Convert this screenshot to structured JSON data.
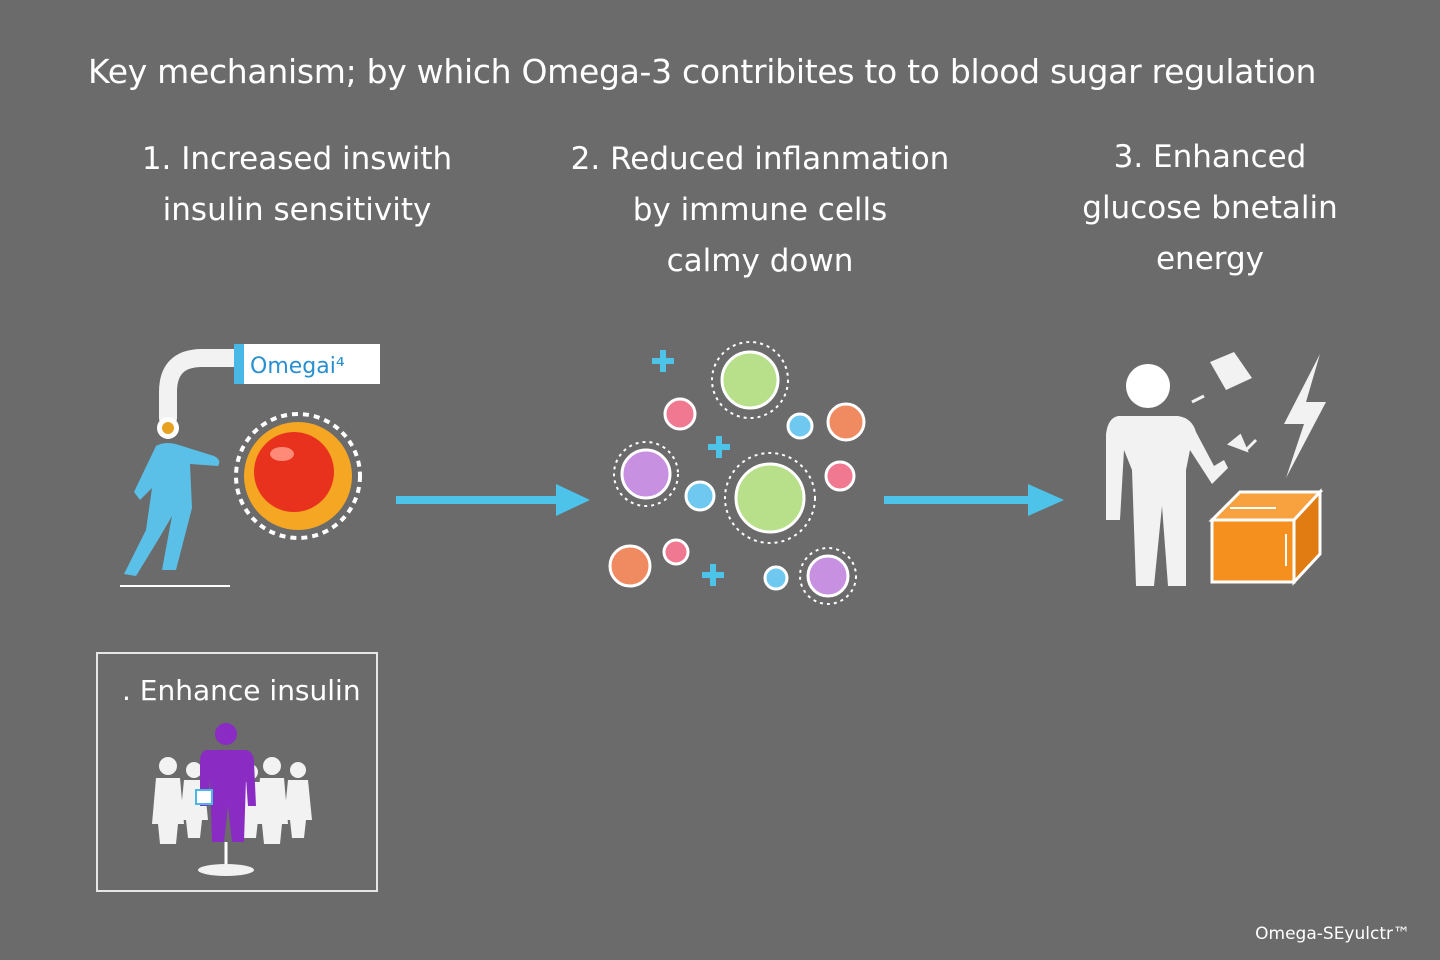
{
  "title": "Key mechanism; by which Omega-3 contribites to to blood sugar regulation",
  "steps": [
    {
      "line1": "1.  Increased inswith",
      "line2": "insulin sensitivity",
      "line3": ""
    },
    {
      "line1": "2. Reduced inflanmation",
      "line2": "by immune cells",
      "line3": "calmy down"
    },
    {
      "line1": "3.  Enhanced",
      "line2": "glucose bnetalin",
      "line3": "energy"
    }
  ],
  "capsule_label": "Omegai⁴",
  "box": {
    "label": ". Enhance insulin"
  },
  "watermark": "Omega-SEyulctr™",
  "colors": {
    "background": "#6b6b6b",
    "arrow": "#4ec3ea",
    "person": "#5bc0e8",
    "cell_red": "#e8321e",
    "cell_ring": "#f5a623",
    "crate": "#f5901e",
    "purple": "#8a2bc4"
  }
}
